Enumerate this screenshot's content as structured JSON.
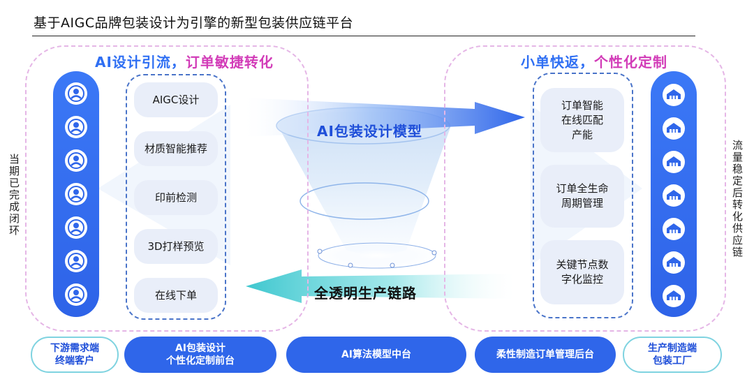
{
  "title": "基于AIGC品牌包装设计为引擎的新型包装供应链平台",
  "left_side_label": "当期已完成闭环",
  "right_side_label": "流量稳定后转化供应链",
  "left_heading": {
    "part1": "AI设计引流，",
    "part2": "订单敏捷转化"
  },
  "right_heading": {
    "part1": "小单快返，",
    "part2": "个性化定制"
  },
  "left_items": [
    "AIGC设计",
    "材质智能推荐",
    "印前检测",
    "3D打样预览",
    "在线下单"
  ],
  "right_items": [
    "订单智能\n在线匹配\n产能",
    "订单全生命\n周期管理",
    "关键节点数\n字化监控"
  ],
  "center": {
    "model_label": "AI包装设计模型",
    "chain_label": "全透明生产链路"
  },
  "bottom": [
    "下游需求端\n终端客户",
    "AI包装设计\n个性化定制前台",
    "AI算法模型中台",
    "柔性制造订单管理后台",
    "生产制造端\n包装工厂"
  ],
  "icons": {
    "left_column": "user-icon",
    "right_column": "factory-icon"
  },
  "colors": {
    "primary_blue": "#2f66ea",
    "heading_blue": "#2f6ff3",
    "heading_pink": "#d23cb8",
    "dash_pink": "#e5b6e6",
    "dash_blue": "#4a74c9",
    "card_bg": "#e9eef9",
    "outline_teal": "#7fd3e0"
  }
}
